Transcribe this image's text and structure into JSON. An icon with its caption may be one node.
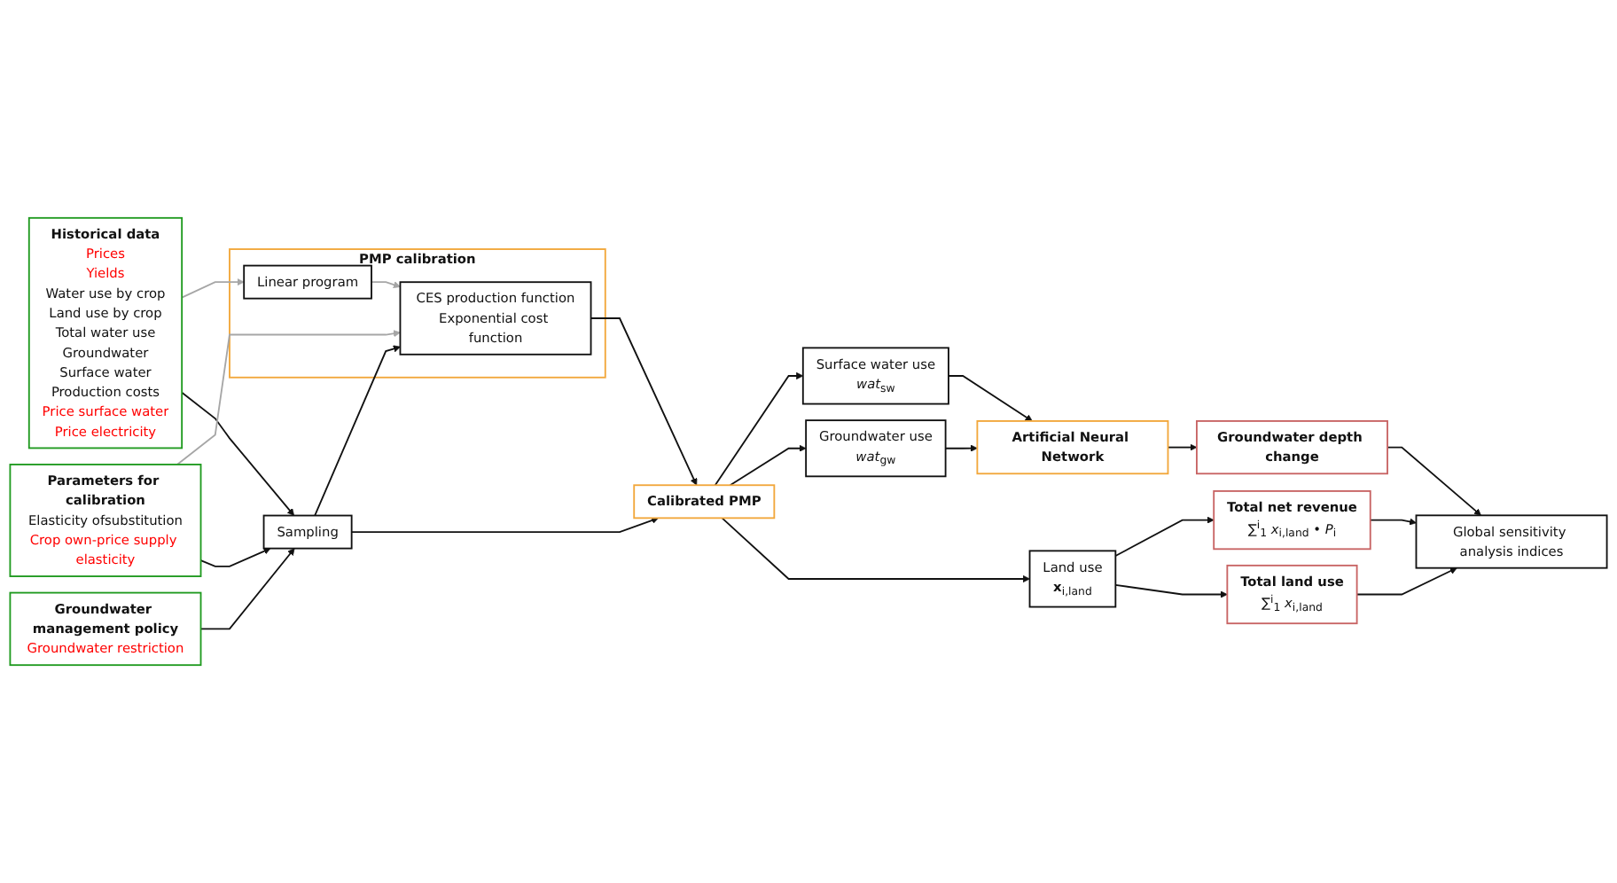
{
  "diagram": {
    "nodes": [
      {
        "text": [
          "Historical data",
          "Prices",
          "Yields",
          "Water use by crop",
          "Land use by crop",
          "Total water use",
          "Groundwater",
          "Surface water",
          "Production costs",
          "Price surface water",
          "Price electricity"
        ]
      },
      {
        "text": [
          "Parameters for calibration",
          "Elasticity ofsubstitution",
          "Crop own-price supply elasticity"
        ]
      },
      {
        "text": [
          "Groundwater management policy",
          "Groundwater restriction"
        ]
      },
      {
        "text": [
          "PMP calibration"
        ]
      },
      {
        "text": [
          "Linear program"
        ],
        "in": 3
      },
      {
        "text": [
          "CES production function",
          "Exponential cost function"
        ],
        "in": 3
      },
      {
        "text": [
          "Sampling"
        ]
      },
      {
        "text": [
          "Calibrated PMP"
        ]
      },
      {
        "text": [
          "Surface water use",
          "*wat*$_{sw}$"
        ]
      },
      {
        "text": [
          "Groundwater use",
          "*wat*$_{gw}$"
        ]
      },
      {
        "text": [
          "Land use",
          "**x**$_{i,land}$"
        ]
      },
      {
        "text": [
          "Artificial Neural Network"
        ]
      },
      {
        "text": [
          "Total net revenue",
          "∑$^{i}$$_{1}$ *x*$_{i,land}$ • *P*$_{i}$"
        ]
      },
      {
        "text": [
          "Total land use",
          "∑$^{i}$$_{1}$ *x*$_{i,land}$"
        ]
      },
      {
        "text": [
          "Groundwater depth change"
        ]
      },
      {
        "text": [
          "Global sensitivity analysis indices"
        ]
      }
    ],
    "edges": [
      {
        "from": 0,
        "to": 4,
        "arrow": "to",
        "color": "#a6a6a6"
      },
      {
        "from": 0,
        "to": 6,
        "arrow": "to"
      },
      {
        "from": 1,
        "to": 5,
        "arrow": "to",
        "color": "#a6a6a6"
      },
      {
        "from": 1,
        "to": 6,
        "arrow": "to"
      },
      {
        "from": 2,
        "to": 6,
        "arrow": "to"
      },
      {
        "from": 4,
        "to": 5,
        "arrow": "to",
        "color": "#a6a6a6"
      },
      {
        "from": 6,
        "to": 5,
        "arrow": "to"
      },
      {
        "from": 6,
        "to": 7,
        "arrow": "to"
      },
      {
        "from": 5,
        "to": 7,
        "arrow": "to"
      },
      {
        "from": 7,
        "to": 8,
        "arrow": "to"
      },
      {
        "from": 7,
        "to": 9,
        "arrow": "to"
      },
      {
        "from": 7,
        "to": 10,
        "arrow": "to"
      },
      {
        "from": 8,
        "to": 11,
        "arrow": "to"
      },
      {
        "from": 9,
        "to": 11,
        "arrow": "to"
      },
      {
        "from": 10,
        "to": 12,
        "arrow": "to"
      },
      {
        "from": 10,
        "to": 13,
        "arrow": "to"
      },
      {
        "from": 11,
        "to": 14,
        "arrow": "to"
      },
      {
        "from": 12,
        "to": 15,
        "arrow": "to"
      },
      {
        "from": 13,
        "to": 15,
        "arrow": "to"
      },
      {
        "from": 14,
        "to": 15,
        "arrow": "to"
      }
    ]
  }
}
